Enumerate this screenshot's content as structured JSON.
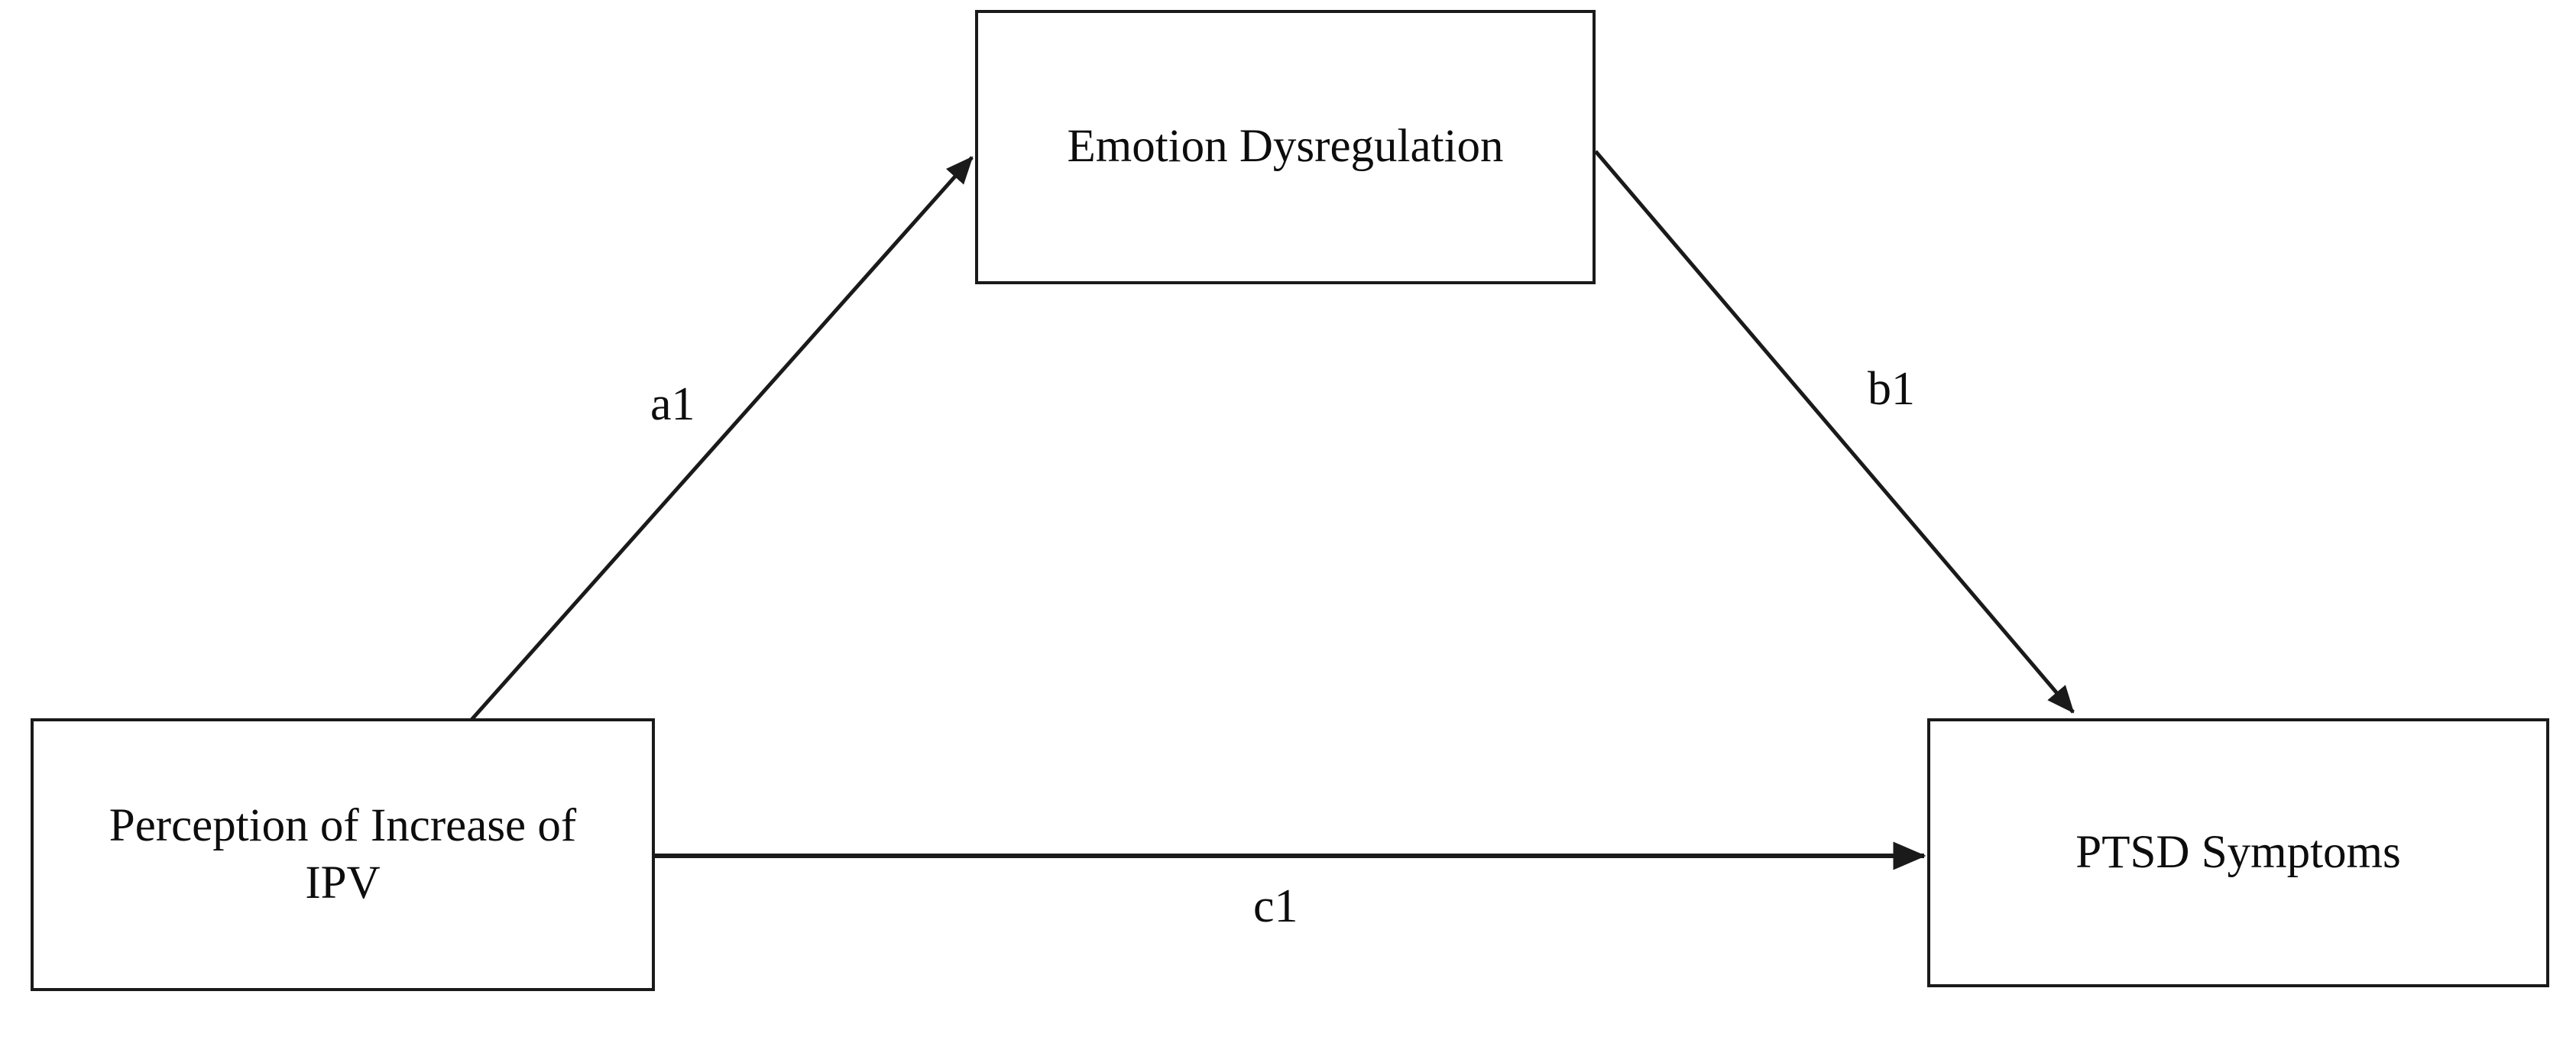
{
  "diagram": {
    "type": "mediation-model",
    "background_color": "#ffffff",
    "line_color": "#1a1a1a",
    "text_color": "#0d0d0d",
    "nodes": [
      {
        "id": "emotion-dysregulation",
        "label": "Emotion Dysregulation",
        "role": "mediator",
        "position": "top-center"
      },
      {
        "id": "perception-ipv",
        "label": "Perception of Increase of\nIPV",
        "role": "predictor",
        "position": "bottom-left"
      },
      {
        "id": "ptsd-symptoms",
        "label": "PTSD Symptoms",
        "role": "outcome",
        "position": "bottom-right"
      }
    ],
    "paths": [
      {
        "id": "a1",
        "label": "a1",
        "from": "perception-ipv",
        "to": "emotion-dysregulation",
        "style": "arrow"
      },
      {
        "id": "b1",
        "label": "b1",
        "from": "emotion-dysregulation",
        "to": "ptsd-symptoms",
        "style": "arrow"
      },
      {
        "id": "c1",
        "label": "c1",
        "from": "perception-ipv",
        "to": "ptsd-symptoms",
        "style": "arrow"
      }
    ]
  }
}
